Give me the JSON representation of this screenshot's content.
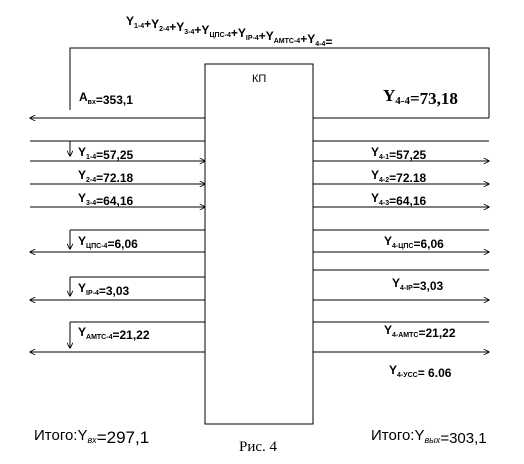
{
  "header": {
    "formula": [
      {
        "t": "Y"
      },
      {
        "t": "1-4",
        "sub": true
      },
      {
        "t": "+Y"
      },
      {
        "t": "2-4",
        "sub": true
      },
      {
        "t": "+Y"
      },
      {
        "t": "3-4",
        "sub": true
      },
      {
        "t": "+Y"
      },
      {
        "t": "ЦПС-4",
        "sub": true
      },
      {
        "t": "+Y"
      },
      {
        "t": "IP-4",
        "sub": true
      },
      {
        "t": "+Y"
      },
      {
        "t": "АМТС-4",
        "sub": true
      },
      {
        "t": "+Y"
      },
      {
        "t": "4-4",
        "sub": true
      },
      {
        "t": "="
      }
    ]
  },
  "block": {
    "label": "КП"
  },
  "inputs": {
    "a_in": [
      {
        "t": "А"
      },
      {
        "t": "вх",
        "sub": true
      },
      {
        "t": "=353,1"
      }
    ],
    "y1": [
      {
        "t": "Y"
      },
      {
        "t": "1-4",
        "sub": true
      },
      {
        "t": "=57,25"
      }
    ],
    "y2": [
      {
        "t": "Y"
      },
      {
        "t": "2-4",
        "sub": true
      },
      {
        "t": "=72.18"
      }
    ],
    "y3": [
      {
        "t": "Y"
      },
      {
        "t": "3-4",
        "sub": true
      },
      {
        "t": "=64,16"
      }
    ],
    "ycps": [
      {
        "t": "Y"
      },
      {
        "t": "ЦПС-4",
        "sub": true
      },
      {
        "t": "=6,06"
      }
    ],
    "yip": [
      {
        "t": "Y"
      },
      {
        "t": "IP-4",
        "sub": true
      },
      {
        "t": "=3,03"
      }
    ],
    "yamts": [
      {
        "t": "Y"
      },
      {
        "t": "АМТС-4",
        "sub": true
      },
      {
        "t": "=21,22"
      }
    ]
  },
  "outputs": {
    "y44": [
      {
        "t": "Y"
      },
      {
        "t": "4-4",
        "sub": true
      },
      {
        "t": "=73,18"
      }
    ],
    "y41": [
      {
        "t": "Y"
      },
      {
        "t": "4-1",
        "sub": true
      },
      {
        "t": "=57,25"
      }
    ],
    "y42": [
      {
        "t": "Y"
      },
      {
        "t": "4-2",
        "sub": true
      },
      {
        "t": "=72.18"
      }
    ],
    "y43": [
      {
        "t": "Y"
      },
      {
        "t": "4-3",
        "sub": true
      },
      {
        "t": "=64,16"
      }
    ],
    "ycps": [
      {
        "t": "Y"
      },
      {
        "t": "4-ЦПС",
        "sub": true
      },
      {
        "t": "=6,06"
      }
    ],
    "yip": [
      {
        "t": "Y"
      },
      {
        "t": "4-IP",
        "sub": true
      },
      {
        "t": "=3,03"
      }
    ],
    "yamts": [
      {
        "t": "Y"
      },
      {
        "t": "4-АМТС",
        "sub": true
      },
      {
        "t": "=21,22"
      }
    ],
    "yuss": [
      {
        "t": "Y"
      },
      {
        "t": "4-УСС",
        "sub": true
      },
      {
        "t": "= 6.06"
      }
    ]
  },
  "totals": {
    "in": [
      {
        "t": "Итого:Y"
      },
      {
        "t": "вх",
        "sub": true,
        "italic": true
      },
      {
        "t": "=297,1",
        "big": true
      }
    ],
    "out": [
      {
        "t": "Итого:Y"
      },
      {
        "t": "вых",
        "sub": true,
        "italic": true
      },
      {
        "t": "=303,1"
      }
    ]
  },
  "caption": "Рис. 4"
}
